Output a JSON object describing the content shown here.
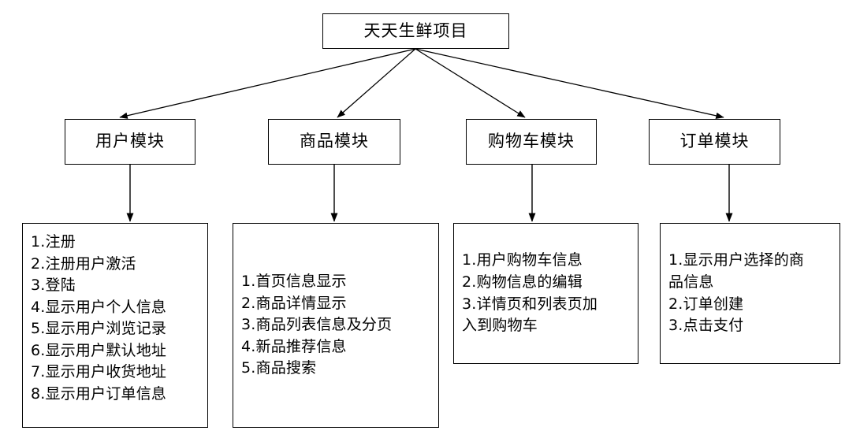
{
  "diagram": {
    "root": {
      "label": "天天生鲜项目"
    },
    "modules": [
      {
        "key": "user",
        "label": "用户模块",
        "details": [
          "1.注册",
          "2.注册用户激活",
          "3.登陆",
          "4.显示用户个人信息",
          "5.显示用户浏览记录",
          "6.显示用户默认地址",
          "7.显示用户收货地址",
          "8.显示用户订单信息"
        ]
      },
      {
        "key": "product",
        "label": "商品模块",
        "details": [
          "1.首页信息显示",
          "2.商品详情显示",
          "3.商品列表信息及分页",
          "4.新品推荐信息",
          "5.商品搜索"
        ]
      },
      {
        "key": "cart",
        "label": "购物车模块",
        "details": [
          "1.用户购物车信息",
          "2.购物信息的编辑",
          "3.详情页和列表页加\n入到购物车"
        ]
      },
      {
        "key": "order",
        "label": "订单模块",
        "details": [
          "1.显示用户选择的商\n品信息",
          "2.订单创建",
          "3.点击支付"
        ]
      }
    ],
    "colors": {
      "stroke": "#000000",
      "background": "#ffffff",
      "text": "#000000"
    }
  }
}
